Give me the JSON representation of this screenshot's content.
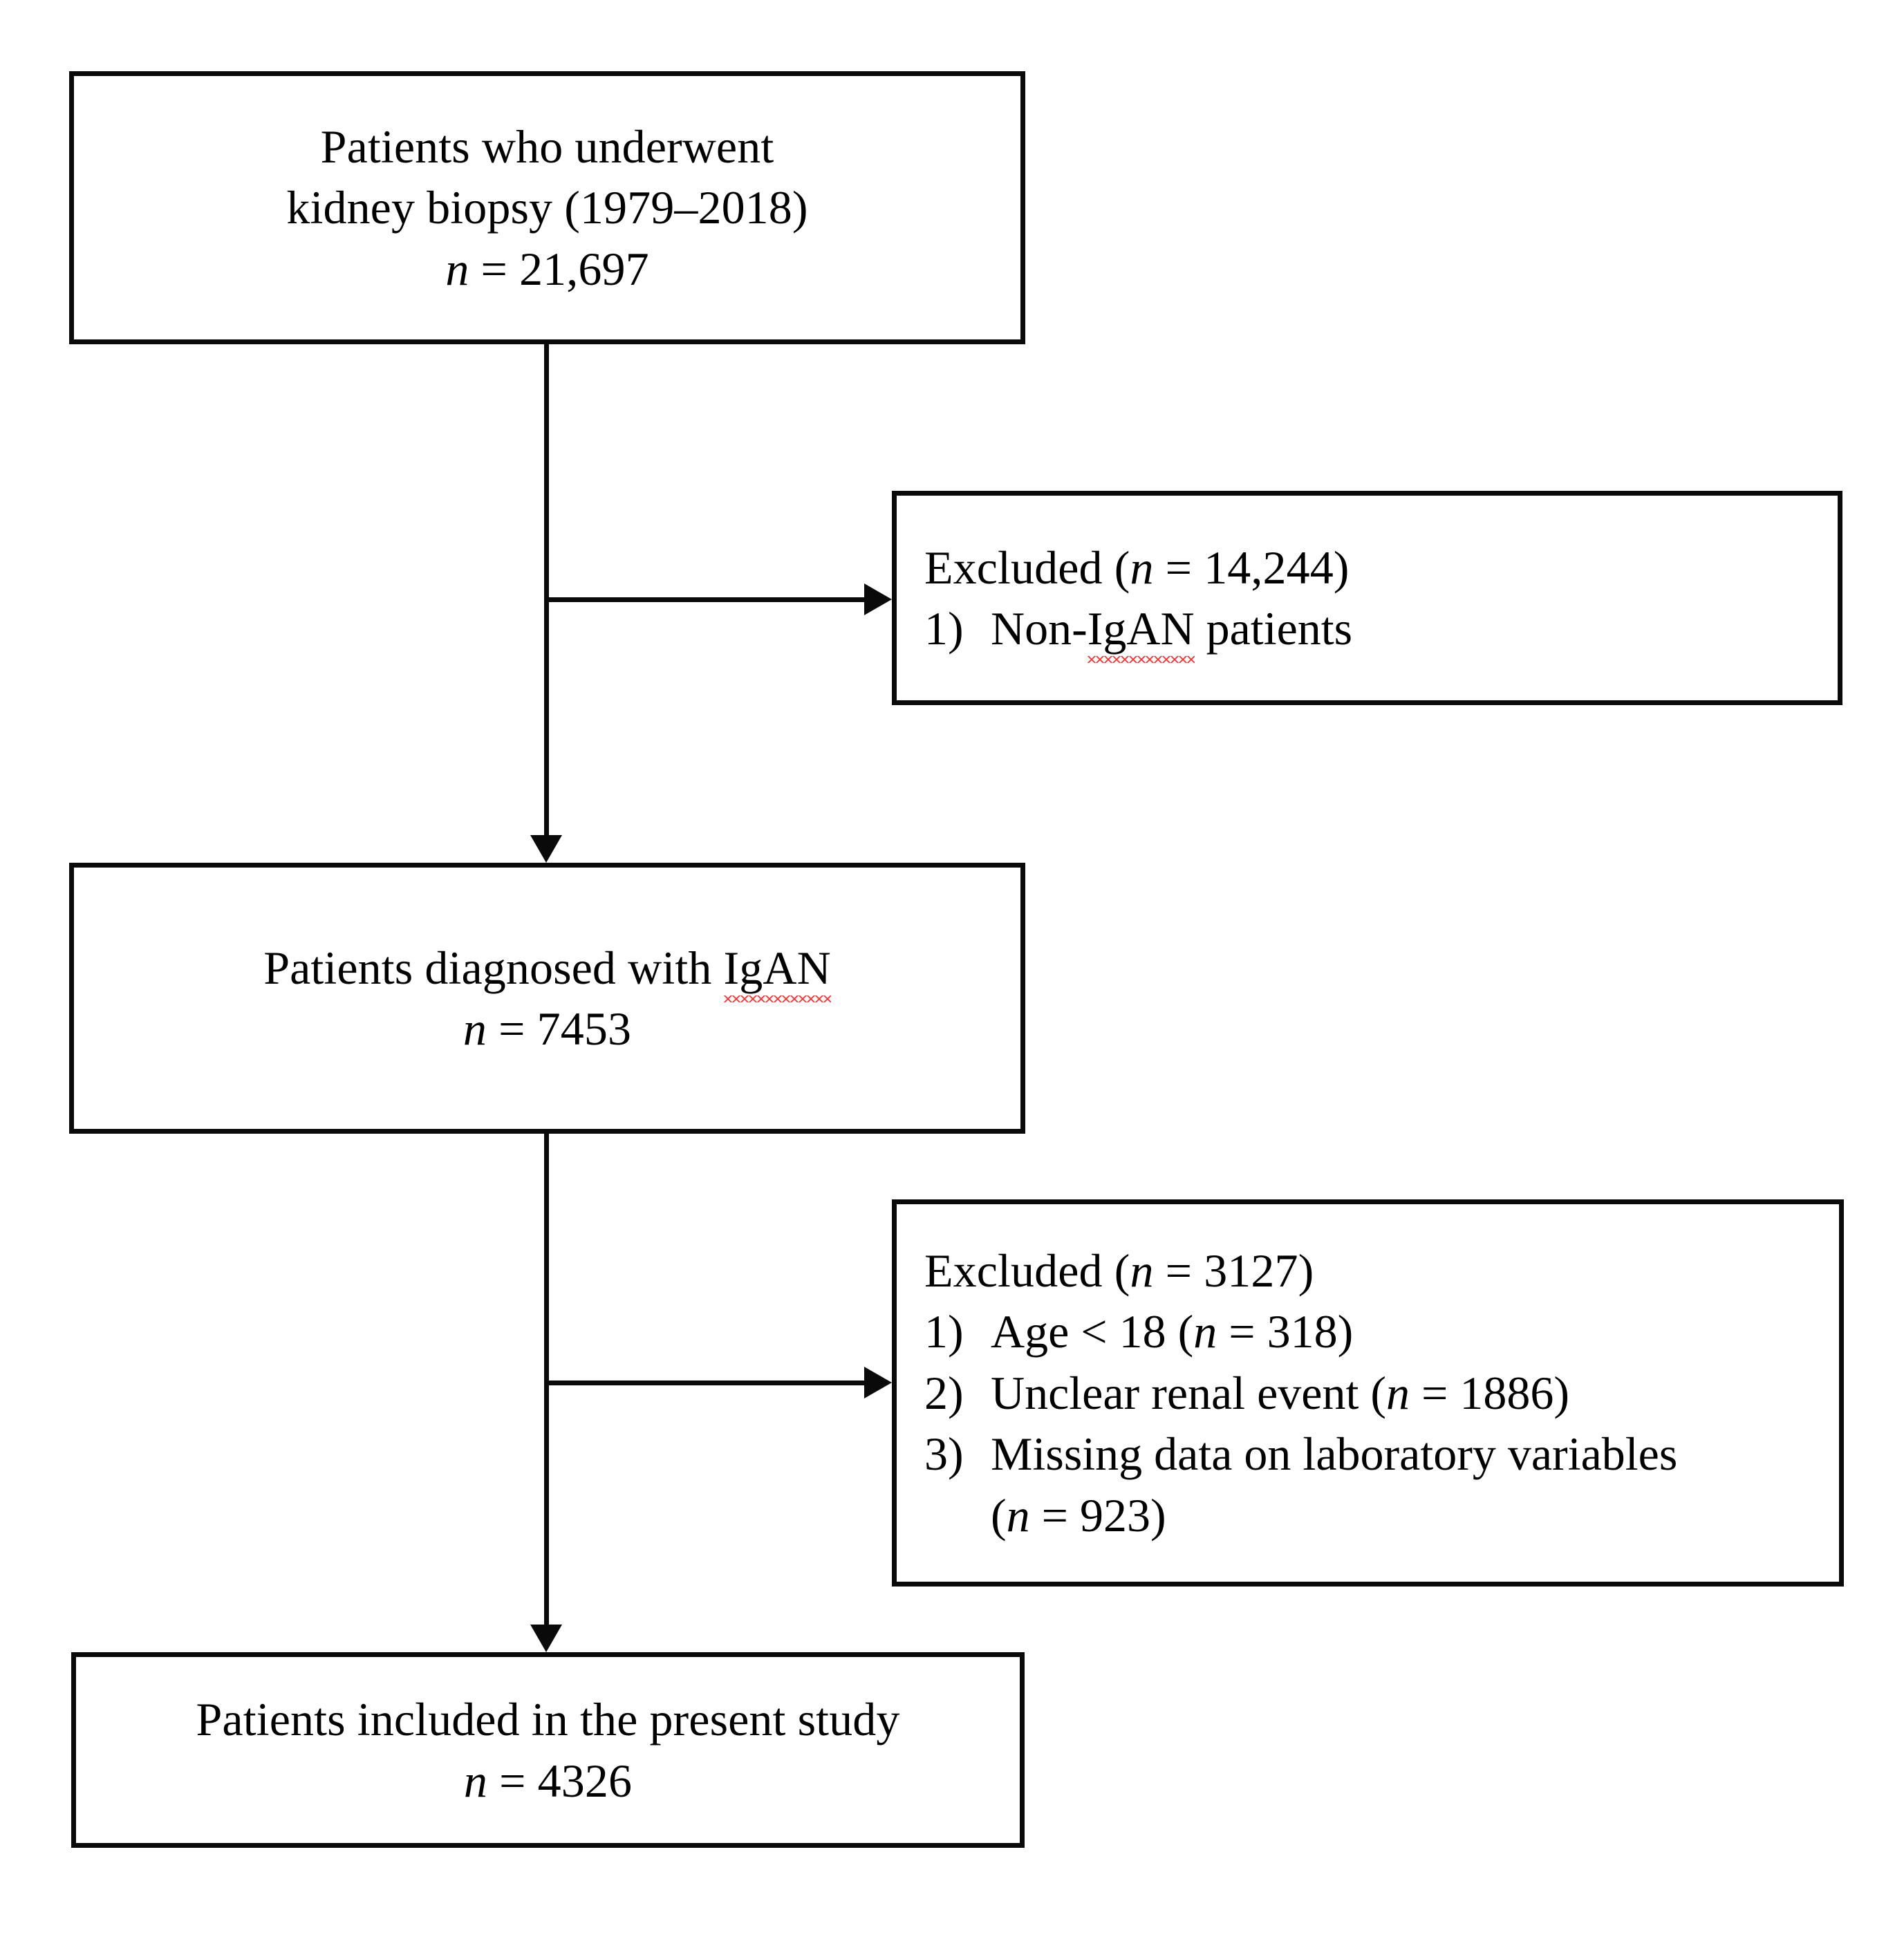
{
  "figure": {
    "type": "study-flow-diagram",
    "colors": {
      "stroke": "#0a0a0a",
      "background": "#ffffff",
      "text": "#000000",
      "spellcheck_underline": "#ff2d2d"
    }
  },
  "boxes": {
    "cohort_source": {
      "name": "patients-underwent-biopsy",
      "line1": "Patients who underwent",
      "line2_a": "kidney biopsy (1979",
      "line2_dash": "–",
      "line2_b": "2018)",
      "count_prefix": "n",
      "count_eq": " = ",
      "count_value": "21,697"
    },
    "excluded_1": {
      "name": "excluded-non-igan",
      "header_a": "Excluded (",
      "header_n": "n",
      "header_b": " = 14,244)",
      "items": [
        {
          "marker": "1)",
          "text_before": "Non-",
          "misspelled": "IgAN",
          "text_after": " patients"
        }
      ]
    },
    "cohort_igan": {
      "name": "patients-diagnosed-igan",
      "line1_a": "Patients diagnosed with ",
      "line1_misspelled": "IgAN",
      "count_prefix": "n",
      "count_eq": " = ",
      "count_value": "7453"
    },
    "excluded_2": {
      "name": "excluded-criteria",
      "header_a": "Excluded (",
      "header_n": "n",
      "header_b": " = 3127)",
      "items": [
        {
          "marker": "1)",
          "text_a": "Age < 18 (",
          "n": "n",
          "text_b": " = 318)"
        },
        {
          "marker": "2)",
          "text_a": "Unclear renal event (",
          "n": "n",
          "text_b": " = 1886)"
        },
        {
          "marker": "3)",
          "text_a": "Missing data on laboratory variables",
          "n": "",
          "text_b": ""
        }
      ],
      "item3_continuation_a": "(",
      "item3_continuation_n": "n",
      "item3_continuation_b": " = 923)"
    },
    "final_cohort": {
      "name": "patients-included-study",
      "line1": "Patients included in the present study",
      "count_prefix": "n",
      "count_eq": " = ",
      "count_value": "4326"
    }
  },
  "connectors": {
    "trunk_1_label": "vertical-connector-box1-to-box2",
    "branch_1_label": "branch-to-excluded-1",
    "trunk_2_label": "vertical-connector-box2-to-box3",
    "branch_2_label": "branch-to-excluded-2"
  }
}
